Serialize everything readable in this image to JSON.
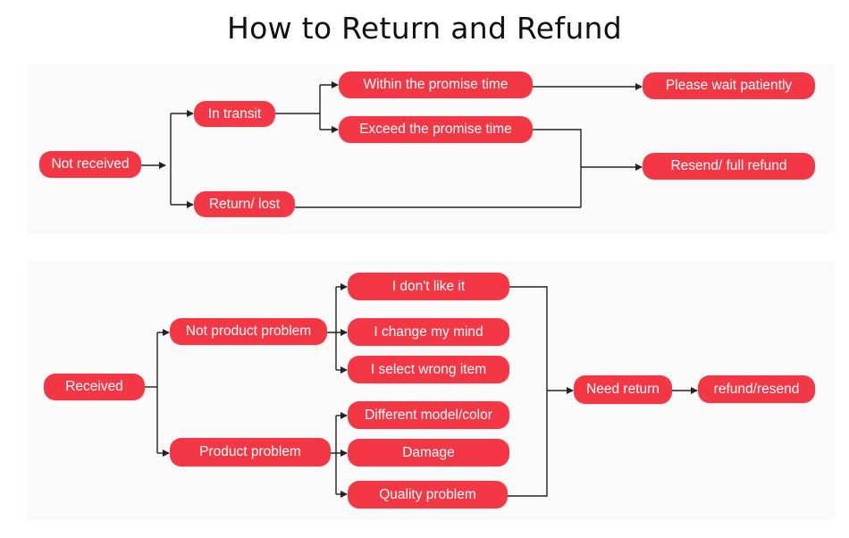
{
  "title": "How to Return and Refund",
  "colors": {
    "node": "#f33745",
    "line": "#222222",
    "text": "#ffffff"
  },
  "not_received_flow": {
    "root": "Not received",
    "in_transit": "In transit",
    "return_lost": "Return/ lost",
    "within_promise": "Within the promise time",
    "exceed_promise": "Exceed the promise time",
    "wait_patiently": "Please wait patiently",
    "resend_refund": "Resend/ full refund"
  },
  "received_flow": {
    "root": "Received",
    "not_product_problem": "Not product problem",
    "product_problem": "Product problem",
    "dont_like": "I don't like it",
    "change_mind": "I change my mind",
    "wrong_item": "I select wrong item",
    "different_model": "Different model/color",
    "damage": "Damage",
    "quality_problem": "Quality problem",
    "need_return": "Need return",
    "refund_resend": "refund/resend"
  }
}
